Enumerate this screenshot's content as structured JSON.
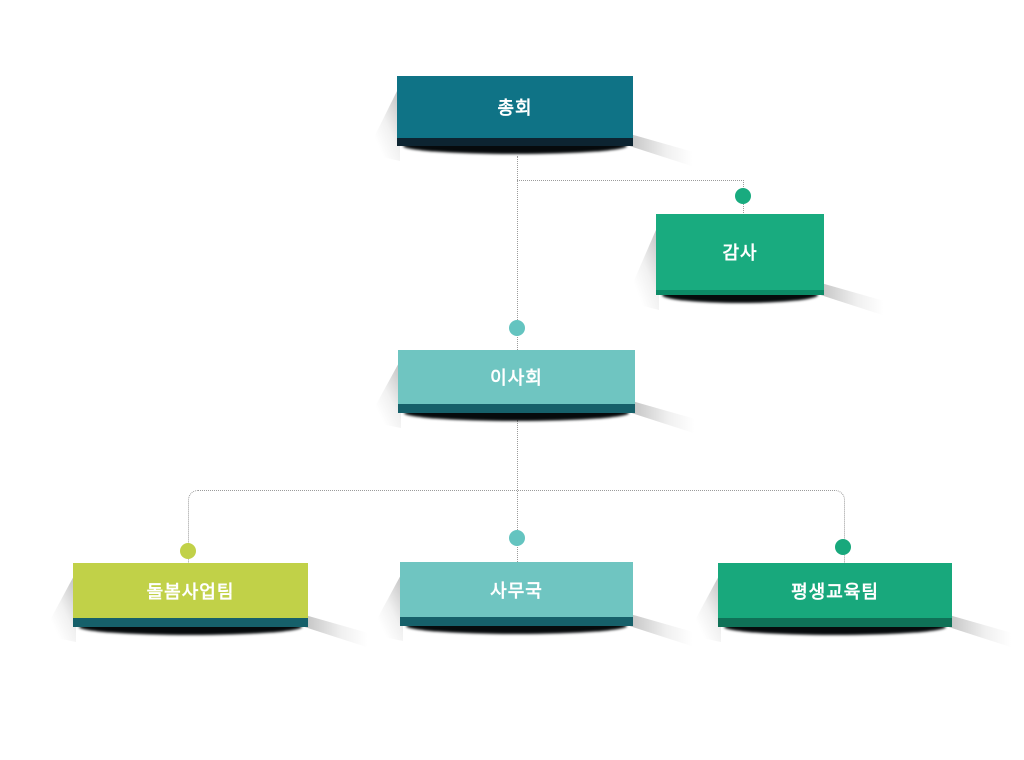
{
  "page": {
    "background": "#ffffff",
    "type": "organization-chart"
  },
  "org": {
    "connector_color": "#9b9b9b",
    "nodes": [
      {
        "id": "chonghoe",
        "label": "총회",
        "color": "#0f7386",
        "strip": "#0d2431",
        "dot": null
      },
      {
        "id": "gamsa",
        "label": "감사",
        "color": "#19ab7f",
        "strip": "#0c8a66",
        "dot": "#19ab7f"
      },
      {
        "id": "isahoe",
        "label": "이사회",
        "color": "#6fc5c1",
        "strip": "#16606a",
        "dot": "#64c4c0"
      },
      {
        "id": "dolbom",
        "label": "돌봄사업팀",
        "color": "#c1d148",
        "strip": "#16606a",
        "dot": "#c1d148"
      },
      {
        "id": "samuguk",
        "label": "사무국",
        "color": "#6fc5c1",
        "strip": "#16606a",
        "dot": "#64c4c0"
      },
      {
        "id": "pyeongsaeng",
        "label": "평생교육팀",
        "color": "#18a87c",
        "strip": "#0f7157",
        "dot": "#18a87c"
      }
    ],
    "edges": [
      {
        "from": "총회",
        "to": "감사"
      },
      {
        "from": "총회",
        "to": "이사회"
      },
      {
        "from": "이사회",
        "to": "돌봄사업팀"
      },
      {
        "from": "이사회",
        "to": "사무국"
      },
      {
        "from": "이사회",
        "to": "평생교육팀"
      }
    ]
  }
}
